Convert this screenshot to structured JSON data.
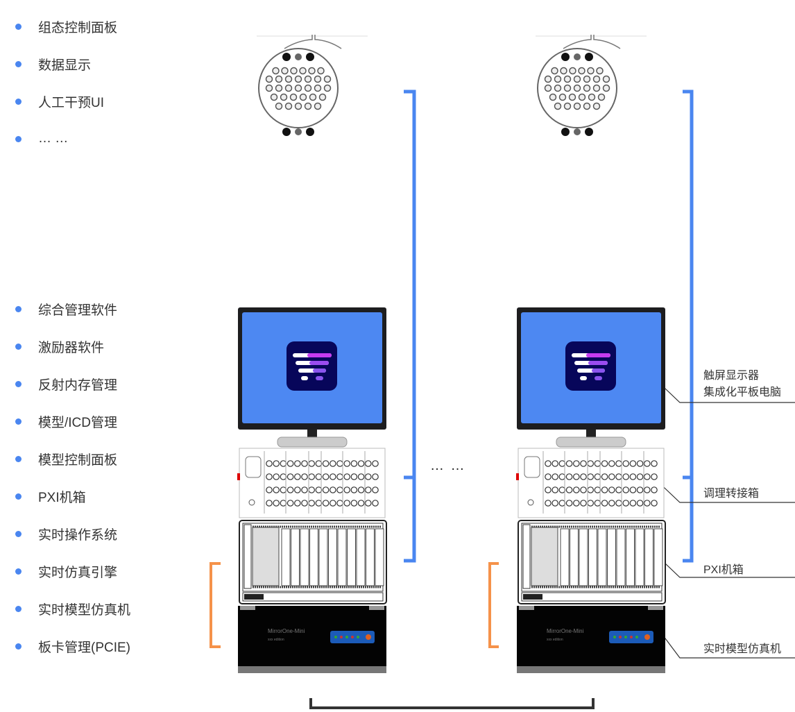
{
  "software_list_top": [
    "组态控制面板",
    "数据显示",
    "人工干预UI",
    "… …"
  ],
  "software_list_bottom": [
    "综合管理软件",
    "激励器软件",
    "反射内存管理",
    "模型/ICD管理",
    "模型控制面板",
    "PXI机箱",
    "实时操作系统",
    "实时仿真引擎",
    "实时模型仿真机",
    "板卡管理(PCIE)"
  ],
  "separator_dots": "… …",
  "callouts": {
    "touchscreen_line1": "触屏显示器",
    "touchscreen_line2": "集成化平板电脑",
    "signal_box": "调理转接箱",
    "pxi_chassis": "PXI机箱",
    "simulator": "实时模型仿真机"
  },
  "device_branding": {
    "simulator_name": "MirrorOne-Mini",
    "simulator_edition": "xxx edition"
  },
  "colors": {
    "accent_blue": "#4a86f0",
    "accent_orange": "#f5924a",
    "bracket_dark": "#333333",
    "screen_blue": "#4d88f2"
  }
}
